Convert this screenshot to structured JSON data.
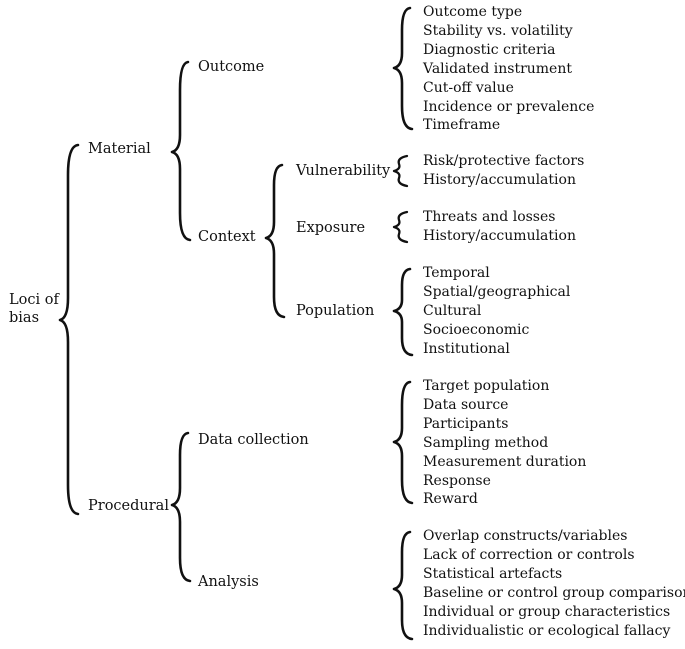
{
  "root": {
    "line1": "Loci of",
    "line2": "bias"
  },
  "material": {
    "label": "Material",
    "outcome": {
      "label": "Outcome",
      "items": [
        "Outcome type",
        "Stability vs. volatility",
        "Diagnostic criteria",
        "Validated instrument",
        "Cut-off value",
        "Incidence or prevalence",
        "Timeframe"
      ]
    },
    "context": {
      "label": "Context",
      "vulnerability": {
        "label": "Vulnerability",
        "items": [
          "Risk/protective factors",
          "History/accumulation"
        ]
      },
      "exposure": {
        "label": "Exposure",
        "items": [
          "Threats and losses",
          "History/accumulation"
        ]
      },
      "population": {
        "label": "Population",
        "items": [
          "Temporal",
          "Spatial/geographical",
          "Cultural",
          "Socioeconomic",
          "Institutional"
        ]
      }
    }
  },
  "procedural": {
    "label": "Procedural",
    "data_collection": {
      "label": "Data collection",
      "items": [
        "Target population",
        "Data source",
        "Participants",
        "Sampling method",
        "Measurement duration",
        "Response",
        "Reward"
      ]
    },
    "analysis": {
      "label": "Analysis",
      "items": [
        "Overlap constructs/variables",
        "Lack of correction or controls",
        "Statistical artefacts",
        "Baseline or control group comparison",
        "Individual or group characteristics",
        "Individualistic or ecological fallacy"
      ]
    }
  }
}
